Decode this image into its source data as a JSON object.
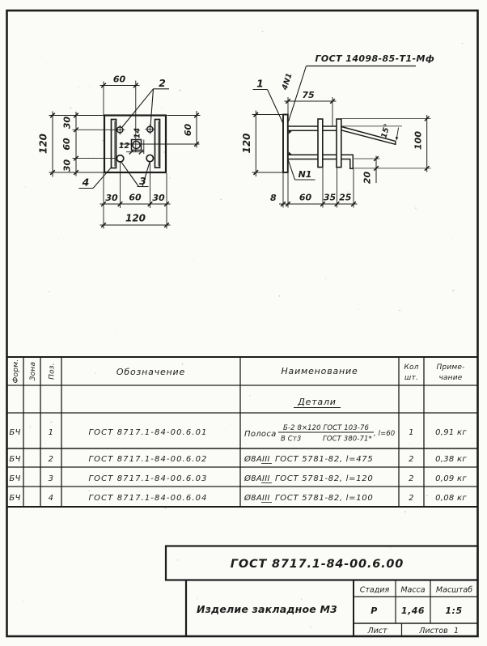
{
  "page": {
    "background": "#fbfbf8",
    "ink": "#1c1c1c"
  },
  "plan_view": {
    "dims": {
      "top_60": "60",
      "left_overall_120": "120",
      "left_30a": "30",
      "left_60": "60",
      "left_30b": "30",
      "right_60": "60",
      "bottom_30a": "30",
      "bottom_60": "60",
      "bottom_30b": "30",
      "bottom_overall_120": "120",
      "hole_dia_12": "12",
      "hole_sq_14": "14"
    },
    "labels": {
      "pos_2": "2",
      "pos_3": "3",
      "pos_4": "4"
    }
  },
  "side_view": {
    "dims": {
      "top_75": "75",
      "left_120": "120",
      "angle_15": "15°",
      "right_100": "100",
      "drop_20": "20",
      "b_8": "8",
      "b_60": "60",
      "b_35": "35",
      "b_25": "25"
    },
    "labels": {
      "pos_1": "1",
      "weld_count": "4N1",
      "weld_spec": "ГОСТ 14098-85-Т1-Мф",
      "weld_n1": "N1"
    }
  },
  "spec_table": {
    "headers": {
      "format": "Форм.",
      "zone": "Зона",
      "pos": "Поз.",
      "designation": "Обозначение",
      "name": "Наименование",
      "qty_line1": "Кол",
      "qty_line2": "шт.",
      "note_line1": "Приме-",
      "note_line2": "чание"
    },
    "section_title": "Детали",
    "rows": [
      {
        "format": "БЧ",
        "pos": "1",
        "designation": "ГОСТ 8717.1-84-00.6.01",
        "name_prefix": "Полоса",
        "frac_top": "Б-2 8×120 ГОСТ 103-76",
        "frac_bot_left": "В Ст3",
        "frac_bot_right": "ГОСТ 380-71*",
        "name_suffix": ", l=60",
        "qty": "1",
        "note": "0,91 кг"
      },
      {
        "format": "БЧ",
        "pos": "2",
        "designation": "ГОСТ 8717.1-84-00.6.02",
        "name_dia": "Ø8А",
        "name_class": "III",
        "name_rest": "ГОСТ 5781-82, l=475",
        "qty": "2",
        "note": "0,38 кг"
      },
      {
        "format": "БЧ",
        "pos": "3",
        "designation": "ГОСТ 8717.1-84-00.6.03",
        "name_dia": "Ø8А",
        "name_class": "III",
        "name_rest": "ГОСТ 5781-82, l=120",
        "qty": "2",
        "note": "0,09 кг"
      },
      {
        "format": "БЧ",
        "pos": "4",
        "designation": "ГОСТ 8717.1-84-00.6.04",
        "name_dia": "Ø8А",
        "name_class": "III",
        "name_rest": "ГОСТ 5781-82, l=100",
        "qty": "2",
        "note": "0,08 кг"
      }
    ]
  },
  "title_block": {
    "designation": "ГОСТ 8717.1-84-00.6.00",
    "product_name": "Изделие закладное М3",
    "stage_label": "Стадия",
    "mass_label": "Масса",
    "scale_label": "Масштаб",
    "stage_value": "Р",
    "mass_value": "1,46",
    "scale_value": "1:5",
    "sheet_label": "Лист",
    "sheets_label": "Листов",
    "sheets_value": "1"
  }
}
